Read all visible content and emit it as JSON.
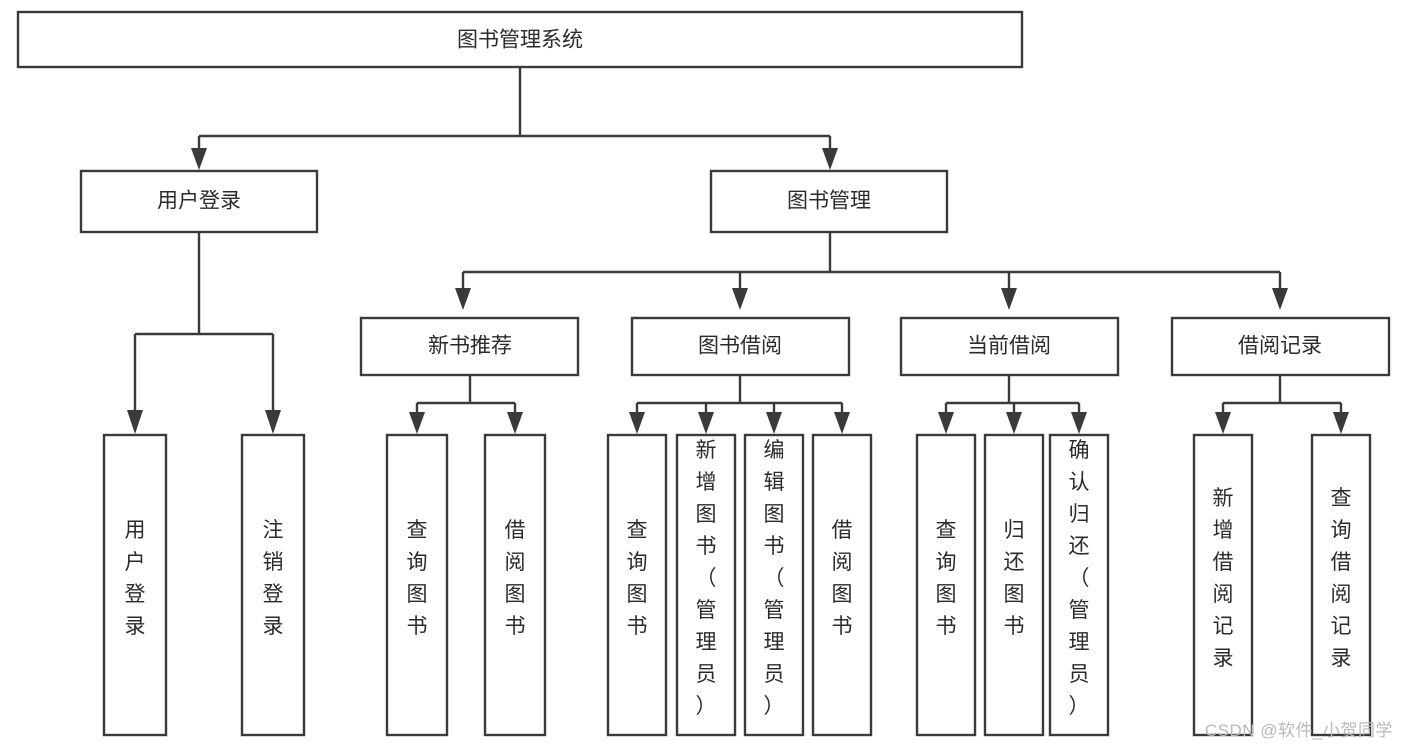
{
  "diagram": {
    "title": "图书管理系统",
    "type": "tree",
    "watermark": "CSDN @软件_小贺同学",
    "colors": {
      "box_stroke": "#3a3a3a",
      "box_fill": "#ffffff",
      "text": "#2b2b2b",
      "background": "#ffffff",
      "watermark": "#b9b9b9"
    },
    "levels": {
      "root": {
        "label": "图书管理系统"
      },
      "level2": [
        {
          "id": "user-login",
          "label": "用户登录"
        },
        {
          "id": "book-management",
          "label": "图书管理"
        }
      ],
      "level3": [
        {
          "id": "new-book-recommend",
          "label": "新书推荐",
          "parent": "book-management"
        },
        {
          "id": "book-borrow",
          "label": "图书借阅",
          "parent": "book-management"
        },
        {
          "id": "current-borrow",
          "label": "当前借阅",
          "parent": "book-management"
        },
        {
          "id": "borrow-record",
          "label": "借阅记录",
          "parent": "book-management"
        }
      ],
      "leaves": [
        {
          "id": "leaf-user-login",
          "label": "用户登录",
          "parent": "user-login"
        },
        {
          "id": "leaf-user-logout",
          "label": "注销登录",
          "parent": "user-login"
        },
        {
          "id": "leaf-query-book-1",
          "label": "查询图书",
          "parent": "new-book-recommend"
        },
        {
          "id": "leaf-borrow-book-1",
          "label": "借阅图书",
          "parent": "new-book-recommend"
        },
        {
          "id": "leaf-query-book-2",
          "label": "查询图书",
          "parent": "book-borrow"
        },
        {
          "id": "leaf-add-book",
          "label": "新增图书（管理员）",
          "parent": "book-borrow"
        },
        {
          "id": "leaf-edit-book",
          "label": "编辑图书（管理员）",
          "parent": "book-borrow"
        },
        {
          "id": "leaf-borrow-book-2",
          "label": "借阅图书",
          "parent": "book-borrow"
        },
        {
          "id": "leaf-query-book-3",
          "label": "查询图书",
          "parent": "current-borrow"
        },
        {
          "id": "leaf-return-book",
          "label": "归还图书",
          "parent": "current-borrow"
        },
        {
          "id": "leaf-confirm-return",
          "label": "确认归还（管理员）",
          "parent": "current-borrow"
        },
        {
          "id": "leaf-add-record",
          "label": "新增借阅记录",
          "parent": "borrow-record"
        },
        {
          "id": "leaf-query-record",
          "label": "查询借阅记录",
          "parent": "borrow-record"
        }
      ]
    }
  }
}
